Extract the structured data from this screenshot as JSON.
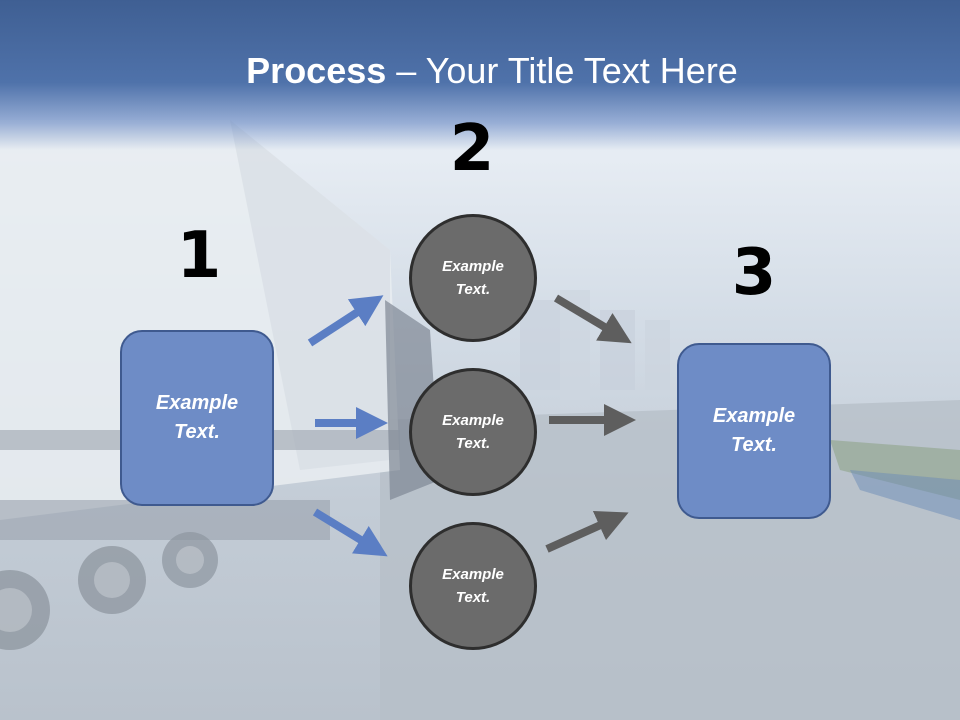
{
  "title": {
    "bold": "Process",
    "rest": " – Your Title Text Here"
  },
  "steps": {
    "one": {
      "number": "1",
      "box_text": "Example\nText."
    },
    "two": {
      "number": "2",
      "circles": [
        "Example\nText.",
        "Example\nText.",
        "Example\nText."
      ]
    },
    "three": {
      "number": "3",
      "box_text": "Example\nText."
    }
  },
  "colors": {
    "box_fill": "#6e8cc6",
    "circle_fill": "#6b6b6b",
    "arrow_blue": "#5b7ec4",
    "arrow_gray": "#5e5e5e",
    "title_bar": "#4f72aa"
  }
}
